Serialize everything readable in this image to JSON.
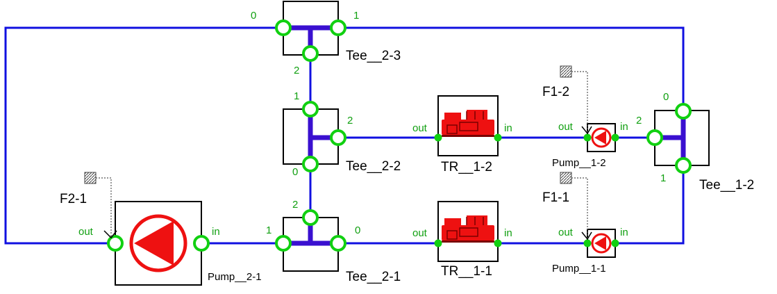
{
  "components": {
    "tee_2_3": {
      "label": "Tee__2-3",
      "p0": "0",
      "p1": "1",
      "p2": "2"
    },
    "tee_2_2": {
      "label": "Tee__2-2",
      "p0": "0",
      "p1": "1",
      "p2": "2"
    },
    "tee_2_1": {
      "label": "Tee__2-1",
      "p0": "0",
      "p1": "1",
      "p2": "2"
    },
    "tee_1_2": {
      "label": "Tee__1-2",
      "p0": "0",
      "p1": "1",
      "p2": "2"
    },
    "tr_1_2": {
      "label": "TR__1-2",
      "out": "out",
      "in": "in"
    },
    "tr_1_1": {
      "label": "TR__1-1",
      "out": "out",
      "in": "in"
    },
    "pump_1_2": {
      "label": "Pump__1-2",
      "out": "out",
      "in": "in"
    },
    "pump_1_1": {
      "label": "Pump__1-1",
      "out": "out",
      "in": "in"
    },
    "pump_2_1": {
      "label": "Pump__2-1",
      "out": "out",
      "in": "in"
    },
    "f1_2": {
      "label": "F1-2"
    },
    "f1_1": {
      "label": "F1-1"
    },
    "f2_1": {
      "label": "F2-1"
    }
  },
  "colors": {
    "wire": "#1010e0",
    "port": "#11d011",
    "component": "#ee1111"
  }
}
